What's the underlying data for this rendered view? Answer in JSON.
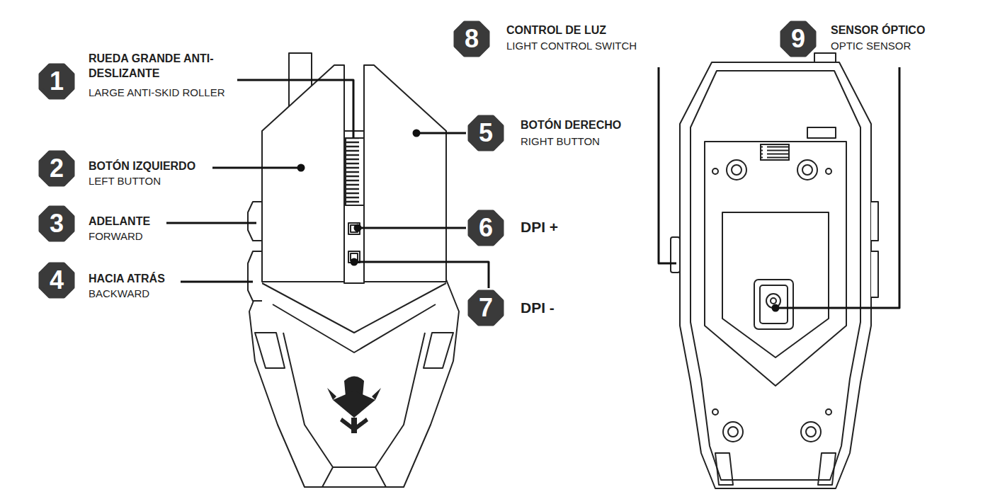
{
  "diagram": {
    "nodes": [
      {
        "text": [
          "1"
        ]
      },
      {
        "text": [
          "2"
        ]
      },
      {
        "text": [
          "3"
        ]
      },
      {
        "text": [
          "4"
        ]
      },
      {
        "text": [
          "5"
        ]
      },
      {
        "text": [
          "6"
        ]
      },
      {
        "text": [
          "7"
        ]
      },
      {
        "text": [
          "8"
        ]
      },
      {
        "text": [
          "9"
        ]
      }
    ],
    "labels": [
      "RUEDA GRANDE ANTI-DESLIZANTE",
      "LARGE ANTI-SKID ROLLER",
      "BOTÓN IZQUIERDO",
      "LEFT BUTTON",
      "ADELANTE",
      "FORWARD",
      "HACIA ATRÁS",
      "BACKWARD",
      "BOTÓN DERECHO",
      "RIGHT BUTTON",
      "DPI +",
      "DPI -",
      "CONTROL DE LUZ",
      "LIGHT CONTROL SWITCH",
      "SENSOR ÓPTICO",
      "OPTIC SENSOR"
    ]
  }
}
